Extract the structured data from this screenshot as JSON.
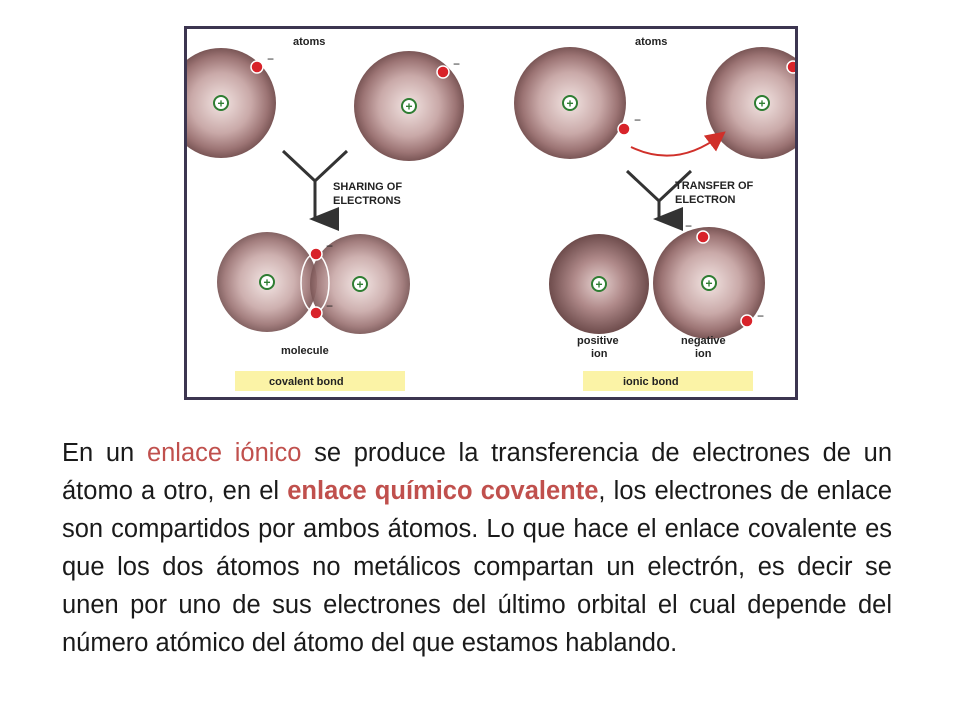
{
  "figure": {
    "covalent_panel": {
      "top_label": "atoms",
      "step_label_line1": "SHARING OF",
      "step_label_line2": "ELECTRONS",
      "product_label": "molecule",
      "bond_caption": "covalent bond"
    },
    "ionic_panel": {
      "top_label": "atoms",
      "step_label_line1": "TRANSFER OF",
      "step_label_line2": "ELECTRON",
      "positive_label_line1": "positive",
      "positive_label_line2": "ion",
      "negative_label_line1": "negative",
      "negative_label_line2": "ion",
      "bond_caption": "ionic bond"
    },
    "glyphs": {
      "plus": "+",
      "minus": "−"
    },
    "colors": {
      "frame": "#3c3550",
      "caption_band": "#fbf3a6",
      "electron": "#d8232a",
      "nucleus": "#2e7d32",
      "transfer_arrow": "#d0302a"
    }
  },
  "paragraph": {
    "part1": "En un ",
    "highlight1": "enlace iónico",
    "part2": " se produce la transferencia de electrones de un átomo a otro, en el ",
    "highlight2": "enlace químico covalente",
    "part3": ", los electrones de enlace son compartidos por ambos átomos. Lo que hace el enlace covalente es que los dos átomos no metálicos compartan un electrón, es decir se unen por uno de sus electrones del último orbital el cual depende del número atómico del átomo del que estamos hablando."
  }
}
